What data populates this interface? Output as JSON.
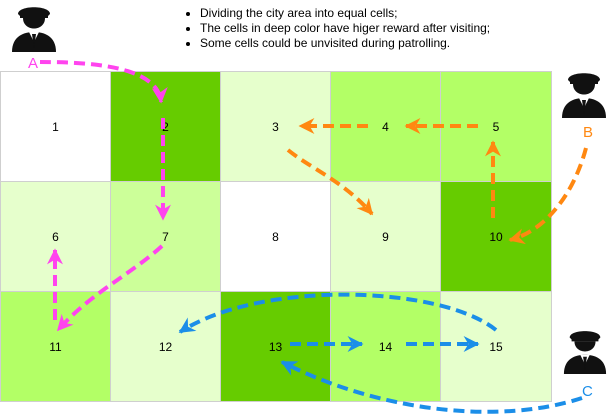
{
  "notes": [
    "Dividing the city area into equal cells;",
    "The cells in deep color have higer reward after visiting;",
    "Some cells could be unvisited during patrolling."
  ],
  "grid": {
    "cells": [
      {
        "id": "1",
        "color": "#ffffff"
      },
      {
        "id": "2",
        "color": "#66cc00"
      },
      {
        "id": "3",
        "color": "#e6ffcc"
      },
      {
        "id": "4",
        "color": "#b3ff66"
      },
      {
        "id": "5",
        "color": "#b3ff66"
      },
      {
        "id": "6",
        "color": "#e6ffcc"
      },
      {
        "id": "7",
        "color": "#ccff99"
      },
      {
        "id": "8",
        "color": "#ffffff"
      },
      {
        "id": "9",
        "color": "#e6ffcc"
      },
      {
        "id": "10",
        "color": "#66cc00"
      },
      {
        "id": "11",
        "color": "#b3ff66"
      },
      {
        "id": "12",
        "color": "#e6ffcc"
      },
      {
        "id": "13",
        "color": "#66cc00"
      },
      {
        "id": "14",
        "color": "#b3ff66"
      },
      {
        "id": "15",
        "color": "#e6ffcc"
      }
    ]
  },
  "agents": [
    {
      "label": "A",
      "color": "#ff44ee"
    },
    {
      "label": "B",
      "color": "#ff8811"
    },
    {
      "label": "C",
      "color": "#1b8ee8"
    }
  ]
}
